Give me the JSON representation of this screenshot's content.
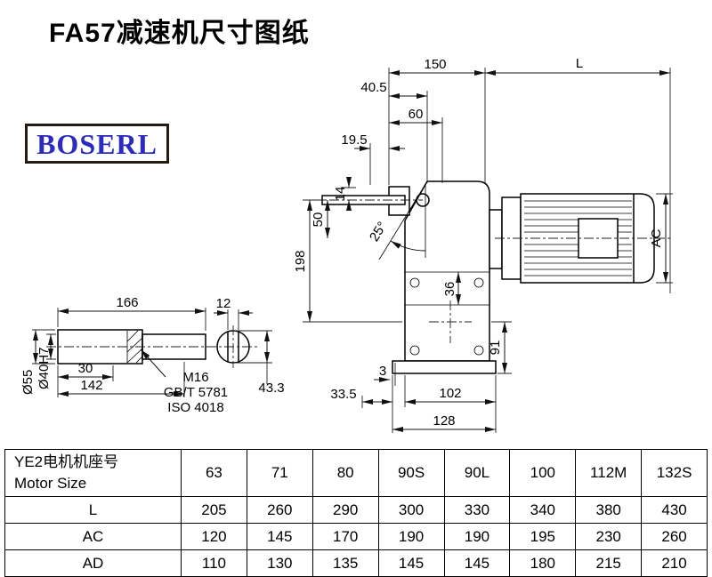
{
  "page": {
    "title": "FA57减速机尺寸图纸"
  },
  "logo": {
    "text": "BOSERL"
  },
  "drawing": {
    "labels": {
      "d150": "150",
      "dL": "L",
      "d40_5": "40.5",
      "d60": "60",
      "d19_5": "19.5",
      "d50": "50",
      "d14": "14",
      "d25": "25°",
      "d198": "198",
      "d36": "36",
      "d91": "91",
      "dAC": "AC",
      "d3": "3",
      "d33_5": "33.5",
      "d102": "102",
      "d128": "128",
      "d166": "166",
      "d12": "12",
      "d30": "30",
      "d142": "142",
      "d55": "Ø55",
      "d40h7": "Ø40H7",
      "m16": "M16",
      "gbt": "GB/T 5781",
      "iso": "ISO 4018",
      "d43_3": "43.3"
    }
  },
  "table": {
    "header": {
      "line1": "YE2电机机座号",
      "line2": "Motor Size"
    },
    "sizes": [
      "63",
      "71",
      "80",
      "90S",
      "90L",
      "100",
      "112M",
      "132S"
    ],
    "rows": [
      {
        "label": "L",
        "values": [
          "205",
          "260",
          "290",
          "300",
          "330",
          "340",
          "380",
          "430"
        ]
      },
      {
        "label": "AC",
        "values": [
          "120",
          "145",
          "170",
          "190",
          "190",
          "195",
          "230",
          "260"
        ]
      },
      {
        "label": "AD",
        "values": [
          "110",
          "130",
          "135",
          "145",
          "145",
          "180",
          "215",
          "210"
        ]
      }
    ]
  }
}
